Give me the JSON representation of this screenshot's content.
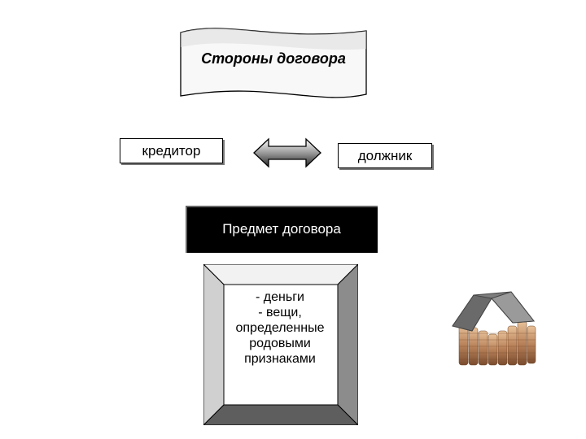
{
  "title": "Стороны договора",
  "parties": {
    "left": "кредитор",
    "right": "должник"
  },
  "subject": {
    "label": "Предмет договора",
    "items": [
      "- деньги",
      "- вещи,",
      "определенные",
      "родовыми",
      "признаками"
    ]
  }
}
